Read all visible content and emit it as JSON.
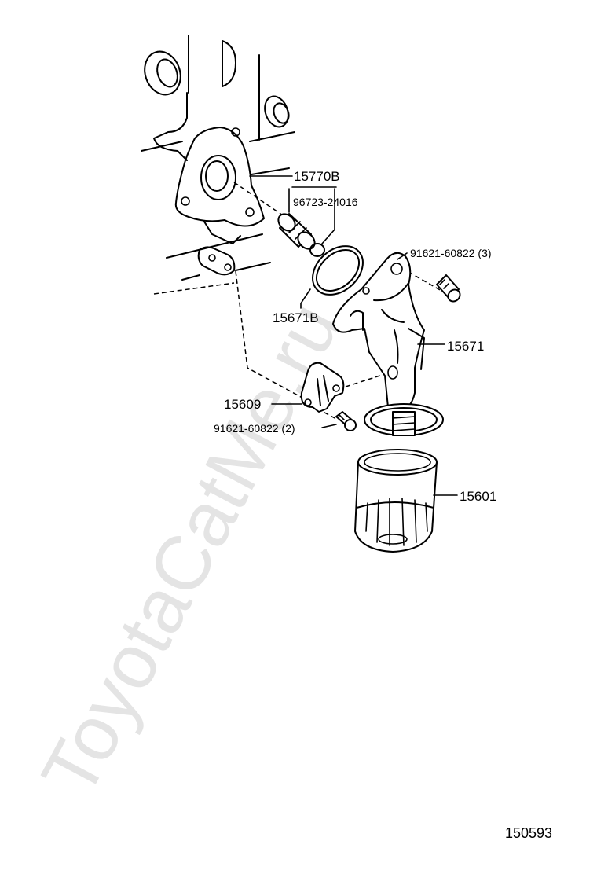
{
  "watermark": "ToyotaCatMe.ru",
  "labels": {
    "p15770b": "15770B",
    "p96723": "96723-24016",
    "p15671b": "15671B",
    "p91621_3": "91621-60822 (3)",
    "p15671": "15671",
    "p15609": "15609",
    "p91621_2": "91621-60822 (2)",
    "p15601": "15601"
  },
  "diagram_code": "150593"
}
